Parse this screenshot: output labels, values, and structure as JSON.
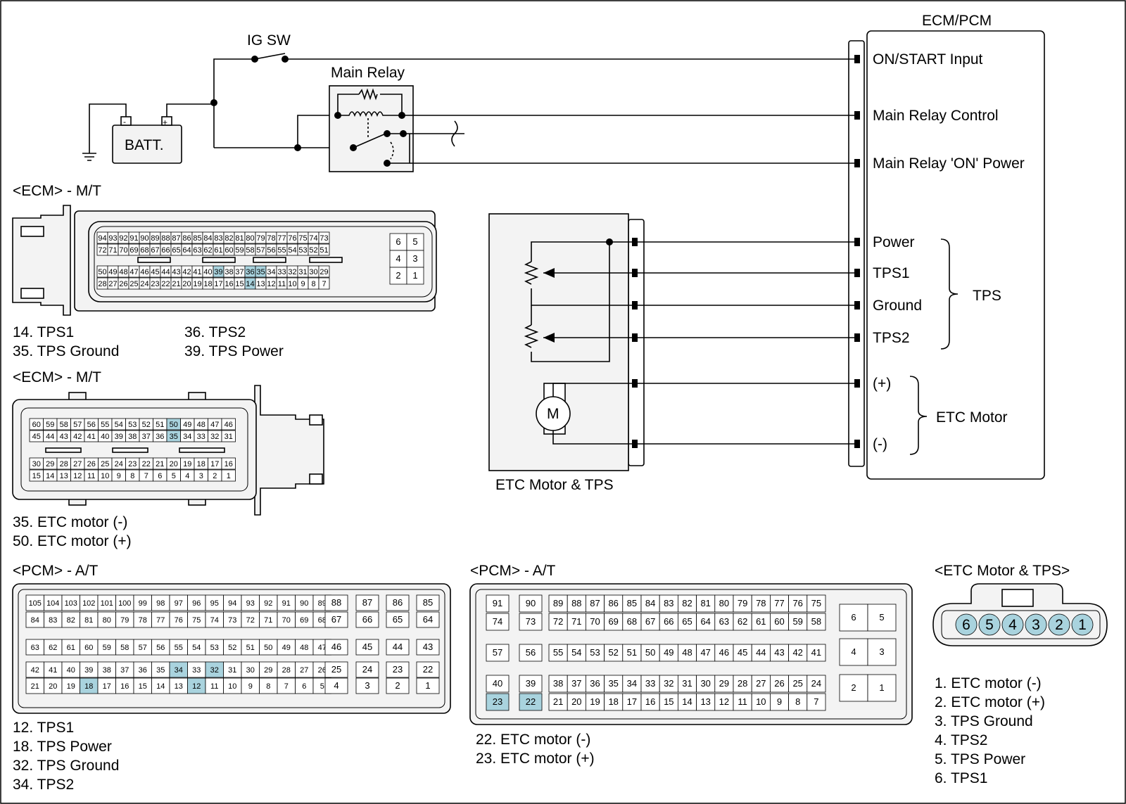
{
  "labels": {
    "ecm_pcm": "ECM/PCM",
    "ig_sw": "IG SW",
    "main_relay": "Main Relay",
    "batt": "BATT.",
    "etc_box": "ETC Motor & TPS",
    "motor_symbol": "M",
    "batt_minus": "-",
    "batt_plus": "+",
    "pins": [
      "ON/START Input",
      "Main Relay Control",
      "Main Relay 'ON' Power",
      "Power",
      "TPS1",
      "Ground",
      "TPS2",
      "(+)",
      "(-)"
    ],
    "group_tps": "TPS",
    "group_etc": "ETC Motor"
  },
  "connectors": {
    "ecm_mt_1": {
      "title": "<ECM> - M/T",
      "rows": [
        [
          "94",
          "93",
          "92",
          "91",
          "90",
          "89",
          "88",
          "87",
          "86",
          "85",
          "84",
          "83",
          "82",
          "81",
          "80",
          "79",
          "78",
          "77",
          "76",
          "75",
          "74",
          "73"
        ],
        [
          "72",
          "71",
          "70",
          "69",
          "68",
          "67",
          "66",
          "65",
          "64",
          "63",
          "62",
          "61",
          "60",
          "59",
          "58",
          "57",
          "56",
          "55",
          "54",
          "53",
          "52",
          "51"
        ],
        [
          "50",
          "49",
          "48",
          "47",
          "46",
          "45",
          "44",
          "43",
          "42",
          "41",
          "40",
          "39",
          "38",
          "37",
          "36",
          "35",
          "34",
          "33",
          "32",
          "31",
          "30",
          "29"
        ],
        [
          "28",
          "27",
          "26",
          "25",
          "24",
          "23",
          "22",
          "21",
          "20",
          "19",
          "18",
          "17",
          "16",
          "15",
          "14",
          "13",
          "12",
          "11",
          "10",
          "9",
          "8",
          "7"
        ]
      ],
      "side": [
        [
          "6",
          "5"
        ],
        [
          "4",
          "3"
        ],
        [
          "2",
          "1"
        ]
      ],
      "highlight": [
        "39",
        "36",
        "35",
        "14"
      ],
      "notes": [
        "14. TPS1",
        "35. TPS Ground",
        "36. TPS2",
        "39. TPS Power"
      ]
    },
    "ecm_mt_2": {
      "title": "<ECM> - M/T",
      "rows": [
        [
          "60",
          "59",
          "58",
          "57",
          "56",
          "55",
          "54",
          "53",
          "52",
          "51",
          "50",
          "49",
          "48",
          "47",
          "46"
        ],
        [
          "45",
          "44",
          "43",
          "42",
          "41",
          "40",
          "39",
          "38",
          "37",
          "36",
          "35",
          "34",
          "33",
          "32",
          "31"
        ],
        [
          "30",
          "29",
          "28",
          "27",
          "26",
          "25",
          "24",
          "23",
          "22",
          "21",
          "20",
          "19",
          "18",
          "17",
          "16"
        ],
        [
          "15",
          "14",
          "13",
          "12",
          "11",
          "10",
          "9",
          "8",
          "7",
          "6",
          "5",
          "4",
          "3",
          "2",
          "1"
        ]
      ],
      "highlight": [
        "50",
        "35"
      ],
      "notes": [
        "35. ETC motor (-)",
        "50. ETC motor (+)"
      ]
    },
    "pcm_at_1": {
      "title": "<PCM> - A/T",
      "rows": [
        [
          "105",
          "104",
          "103",
          "102",
          "101",
          "100",
          "99",
          "98",
          "97",
          "96",
          "95",
          "94",
          "93",
          "92",
          "91",
          "90",
          "89"
        ],
        [
          "84",
          "83",
          "82",
          "81",
          "80",
          "79",
          "78",
          "77",
          "76",
          "75",
          "74",
          "73",
          "72",
          "71",
          "70",
          "69",
          "68"
        ],
        [
          "63",
          "62",
          "61",
          "60",
          "59",
          "58",
          "57",
          "56",
          "55",
          "54",
          "53",
          "52",
          "51",
          "50",
          "49",
          "48",
          "47"
        ],
        [
          "42",
          "41",
          "40",
          "39",
          "38",
          "37",
          "36",
          "35",
          "34",
          "33",
          "32",
          "31",
          "30",
          "29",
          "28",
          "27",
          "26"
        ],
        [
          "21",
          "20",
          "19",
          "18",
          "17",
          "16",
          "15",
          "14",
          "13",
          "12",
          "11",
          "10",
          "9",
          "8",
          "7",
          "6",
          "5"
        ]
      ],
      "side": [
        [
          "88",
          "87",
          "86",
          "85"
        ],
        [
          "67",
          "66",
          "65",
          "64"
        ],
        [
          "46",
          "45",
          "44",
          "43"
        ],
        [
          "25",
          "24",
          "23",
          "22"
        ],
        [
          "4",
          "3",
          "2",
          "1"
        ]
      ],
      "highlight": [
        "34",
        "32",
        "18",
        "12"
      ],
      "notes": [
        "12. TPS1",
        "18. TPS Power",
        "32. TPS Ground",
        "34. TPS2"
      ]
    },
    "pcm_at_2": {
      "title": "<PCM> - A/T",
      "left": [
        [
          "91",
          "90"
        ],
        [
          "74",
          "73"
        ],
        [
          "57",
          "56"
        ],
        [
          "40",
          "39"
        ],
        [
          "23",
          "22"
        ]
      ],
      "rows": [
        [
          "89",
          "88",
          "87",
          "86",
          "85",
          "84",
          "83",
          "82",
          "81",
          "80",
          "79",
          "78",
          "77",
          "76",
          "75"
        ],
        [
          "72",
          "71",
          "70",
          "69",
          "68",
          "67",
          "66",
          "65",
          "64",
          "63",
          "62",
          "61",
          "60",
          "59",
          "58"
        ],
        [
          "55",
          "54",
          "53",
          "52",
          "51",
          "50",
          "49",
          "48",
          "47",
          "46",
          "45",
          "44",
          "43",
          "42",
          "41"
        ],
        [
          "38",
          "37",
          "36",
          "35",
          "34",
          "33",
          "32",
          "31",
          "30",
          "29",
          "28",
          "27",
          "26",
          "25",
          "24"
        ],
        [
          "21",
          "20",
          "19",
          "18",
          "17",
          "16",
          "15",
          "14",
          "13",
          "12",
          "11",
          "10",
          "9",
          "8",
          "7"
        ]
      ],
      "side": [
        [
          "6",
          "5"
        ],
        [
          "4",
          "3"
        ],
        [
          "2",
          "1"
        ]
      ],
      "highlight": [
        "23",
        "22"
      ],
      "notes": [
        "22. ETC motor (-)",
        "23. ETC motor (+)"
      ]
    },
    "etc_tps": {
      "title": "<ETC Motor & TPS>",
      "pins": [
        "6",
        "5",
        "4",
        "3",
        "2",
        "1"
      ],
      "notes": [
        "1. ETC motor (-)",
        "2. ETC motor (+)",
        "3. TPS Ground",
        "4. TPS2",
        "5. TPS Power",
        "6. TPS1"
      ]
    }
  },
  "colors": {
    "highlight": "#a9d3de",
    "connector_fill": "#f3f3f3",
    "line": "#000000"
  }
}
